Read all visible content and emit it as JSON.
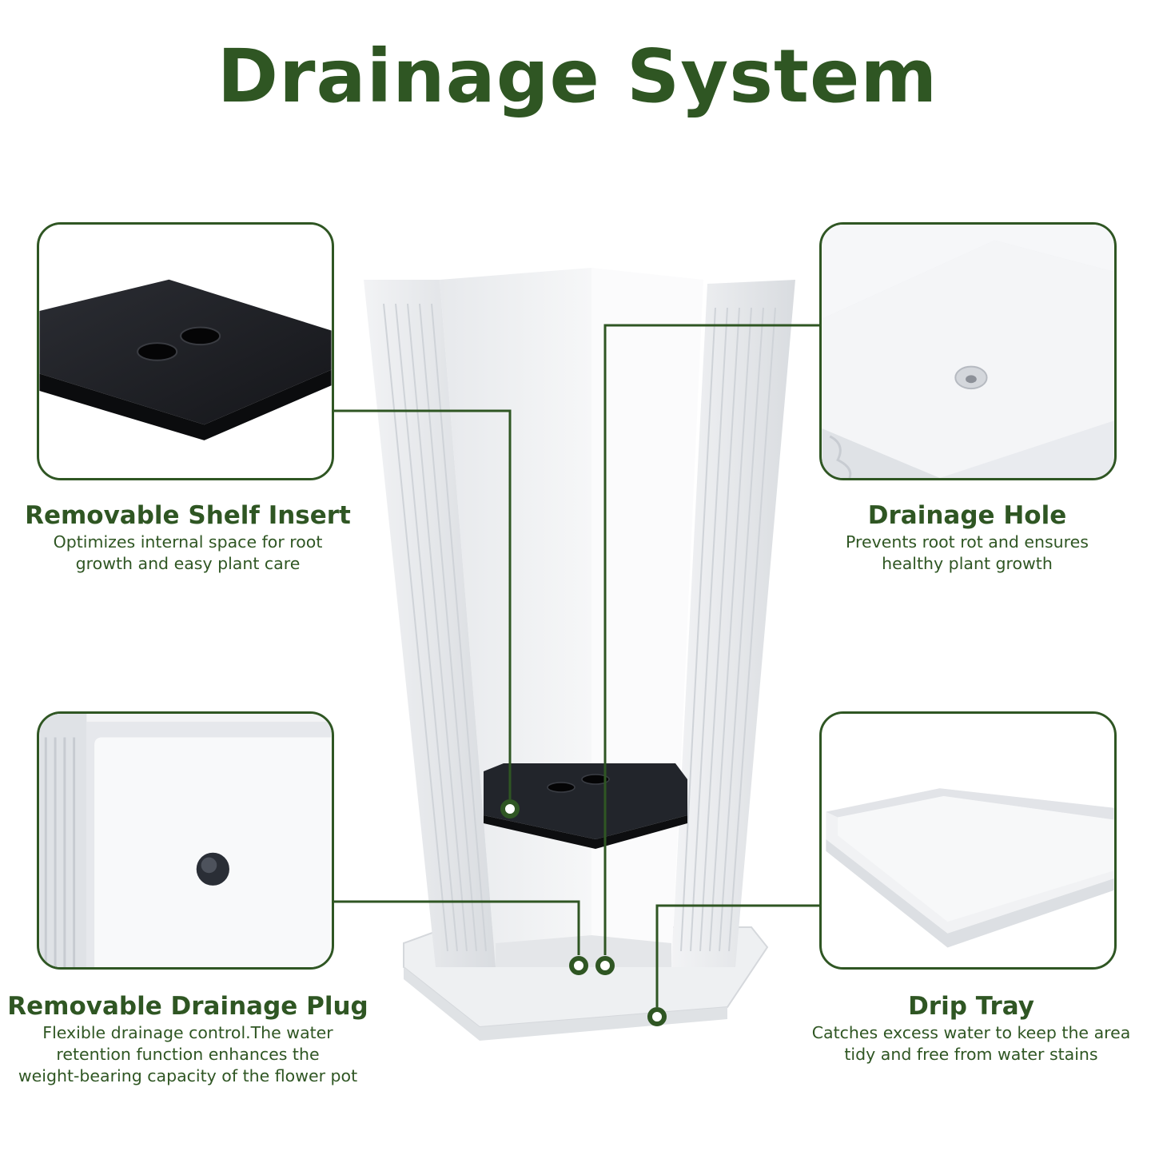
{
  "title": "Drainage System",
  "colors": {
    "accent": "#2f5623",
    "shelf": "#1f2126",
    "pot": "#ffffff"
  },
  "features": [
    {
      "icon": "shelf-insert-icon",
      "heading": "Removable Shelf Insert",
      "line1": "Optimizes internal space for root",
      "line2": "growth and easy plant care"
    },
    {
      "icon": "drainage-hole-icon",
      "heading": "Drainage Hole",
      "line1": "Prevents root rot and ensures",
      "line2": "healthy plant growth"
    },
    {
      "icon": "drainage-plug-icon",
      "heading": "Removable Drainage Plug",
      "line1": "Flexible drainage control.The water",
      "line2": "retention function enhances the",
      "line3": "weight-bearing capacity of the flower pot"
    },
    {
      "icon": "drip-tray-icon",
      "heading": "Drip Tray",
      "line1": "Catches excess water to keep the area",
      "line2": "tidy and free from water stains"
    }
  ]
}
